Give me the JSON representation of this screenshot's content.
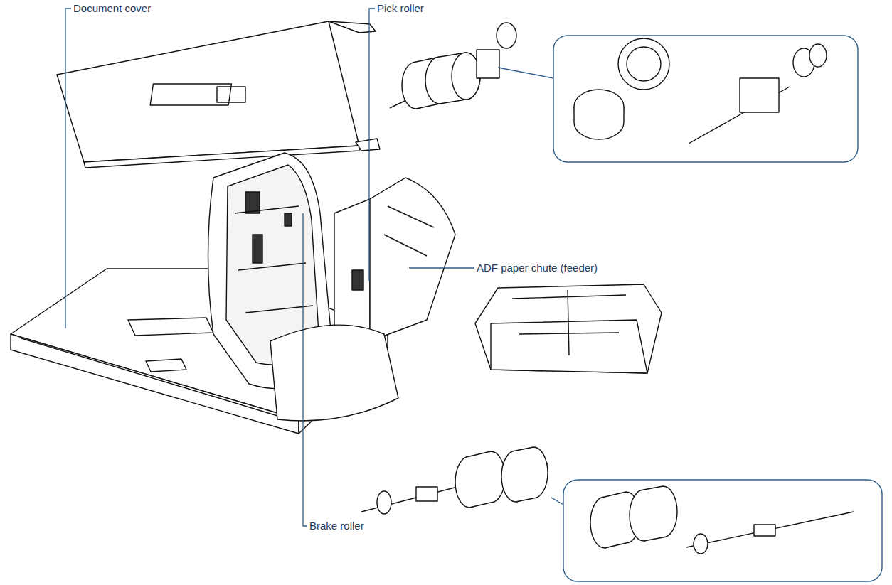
{
  "diagram": {
    "labels": [
      "Document cover",
      "Pick roller",
      "ADF paper chute (feeder)",
      "Brake roller"
    ]
  }
}
